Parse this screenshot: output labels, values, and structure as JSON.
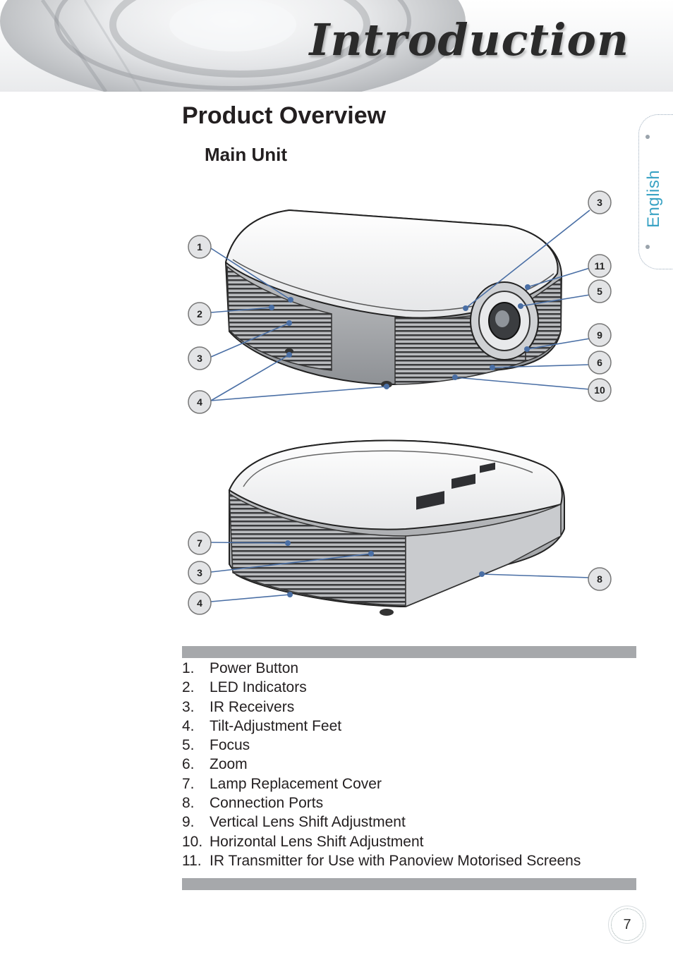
{
  "header": {
    "title": "Introduction"
  },
  "language_tab": {
    "label": "English"
  },
  "section": {
    "title": "Product Overview",
    "subtitle": "Main Unit"
  },
  "callouts": {
    "front": [
      "1",
      "2",
      "3",
      "4",
      "3",
      "11",
      "5",
      "9",
      "6",
      "10"
    ],
    "rear": [
      "7",
      "3",
      "4",
      "8"
    ]
  },
  "parts": [
    {
      "num": "1.",
      "label": "Power Button"
    },
    {
      "num": "2.",
      "label": "LED Indicators"
    },
    {
      "num": "3.",
      "label": "IR Receivers"
    },
    {
      "num": "4.",
      "label": "Tilt-Adjustment Feet"
    },
    {
      "num": "5.",
      "label": "Focus"
    },
    {
      "num": "6.",
      "label": "Zoom"
    },
    {
      "num": "7.",
      "label": "Lamp Replacement Cover"
    },
    {
      "num": "8.",
      "label": "Connection Ports"
    },
    {
      "num": "9.",
      "label": "Vertical Lens Shift Adjustment"
    },
    {
      "num": "10.",
      "label": "Horizontal Lens Shift Adjustment"
    },
    {
      "num": "11.",
      "label": "IR Transmitter for Use with Panoview Motorised Screens"
    }
  ],
  "page_number": "7",
  "colors": {
    "accent": "#3aa3c4",
    "bar": "#a6a8ab",
    "callout_line": "#4a6fa5",
    "text": "#231f20"
  }
}
